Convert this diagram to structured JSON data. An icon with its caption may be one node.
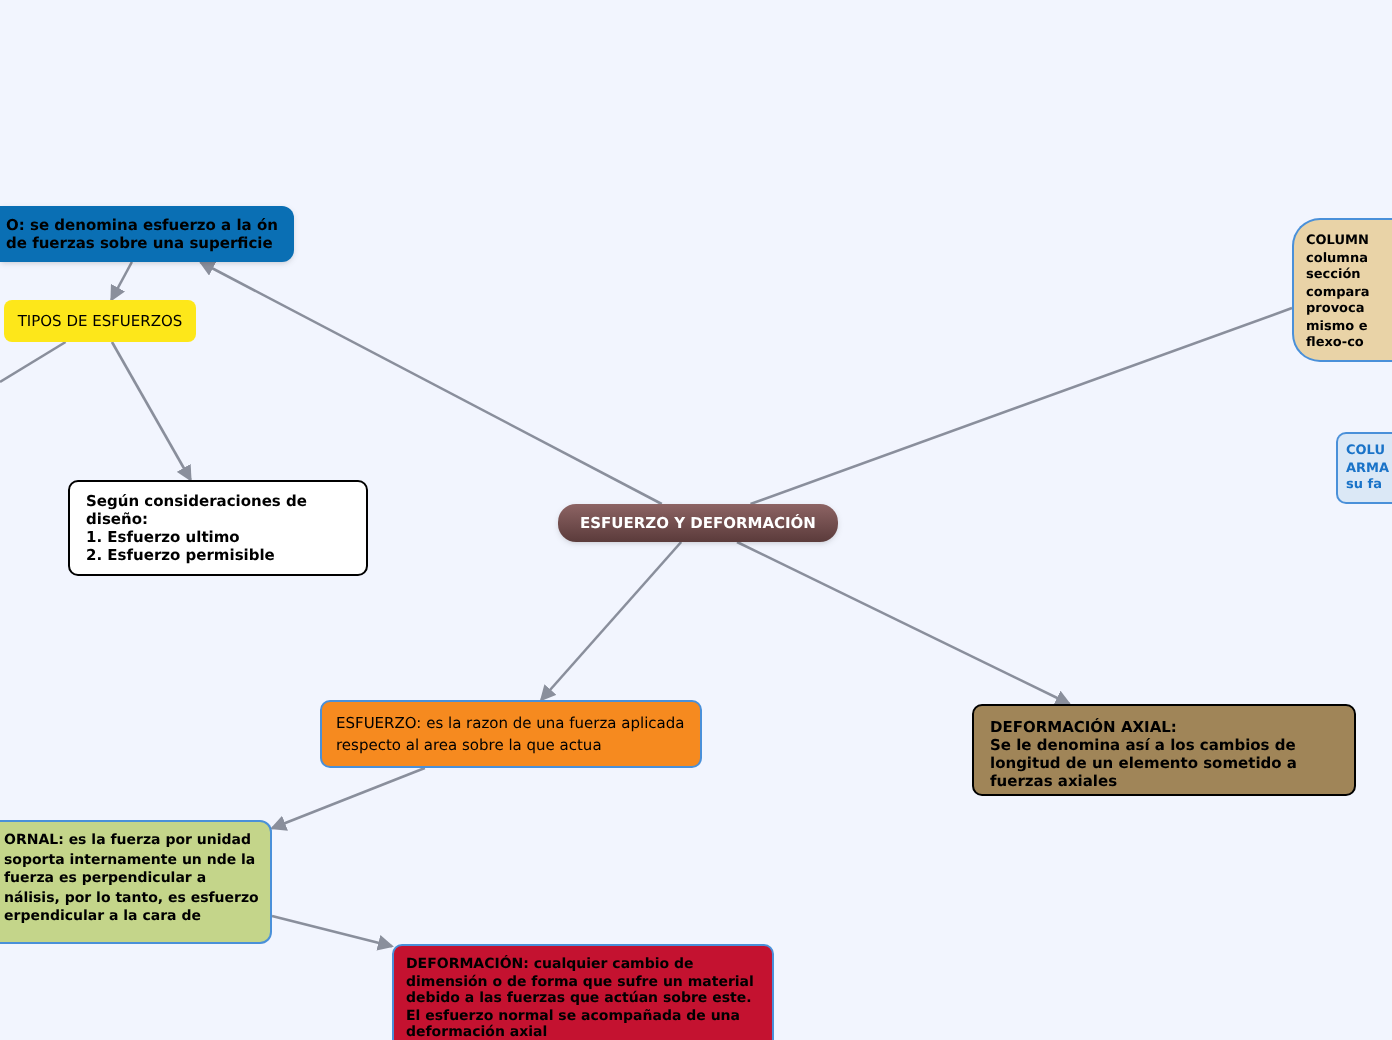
{
  "diagram": {
    "nodes": [
      {
        "text": [
          "ESFUERZO Y DEFORMACIÓN"
        ]
      },
      {
        "text": [
          "O: se denomina esfuerzo a la ón de fuerzas sobre una superficie"
        ]
      },
      {
        "text": [
          "TIPOS DE ESFUERZOS"
        ]
      },
      {
        "text": [
          "Según consideraciones de diseño:",
          "1. Esfuerzo ultimo",
          "2. Esfuerzo permisible"
        ]
      },
      {
        "text": [
          "ESFUERZO: es la razon de una fuerza aplicada respecto al area sobre la que actua"
        ]
      },
      {
        "text": [
          "ORNAL: es la fuerza por unidad soporta internamente un nde la fuerza es perpendicular a nálisis, por lo tanto, es esfuerzo erpendicular a la cara de"
        ]
      },
      {
        "text": [
          "DEFORMACIÓN: cualquier cambio de dimensión o de forma que sufre un material debido a las fuerzas que actúan sobre este. El esfuerzo normal se acompañada de una deformación axial"
        ]
      },
      {
        "text": [
          "DEFORMACIÓN AXIAL:",
          "Se le denomina así a los cambios de longitud de un elemento sometido a fuerzas axiales"
        ]
      },
      {
        "text": [
          "COLUMN columna sección compara provoca mismo e flexo-co"
        ]
      },
      {
        "text": [
          "COLU ARMA su fa"
        ]
      }
    ],
    "edges": [
      {
        "from": 0,
        "to": 1,
        "arrow": "to"
      },
      {
        "from": 1,
        "to": 2,
        "arrow": "to"
      },
      {
        "from": 2,
        "to": null,
        "arrow": "none"
      },
      {
        "from": 2,
        "to": 3,
        "arrow": "to"
      },
      {
        "from": 0,
        "to": 4,
        "arrow": "to"
      },
      {
        "from": 4,
        "to": 5,
        "arrow": "to"
      },
      {
        "from": 5,
        "to": 6,
        "arrow": "to"
      },
      {
        "from": 0,
        "to": 7,
        "arrow": "to"
      },
      {
        "from": 0,
        "to": 8,
        "arrow": "none"
      }
    ]
  }
}
